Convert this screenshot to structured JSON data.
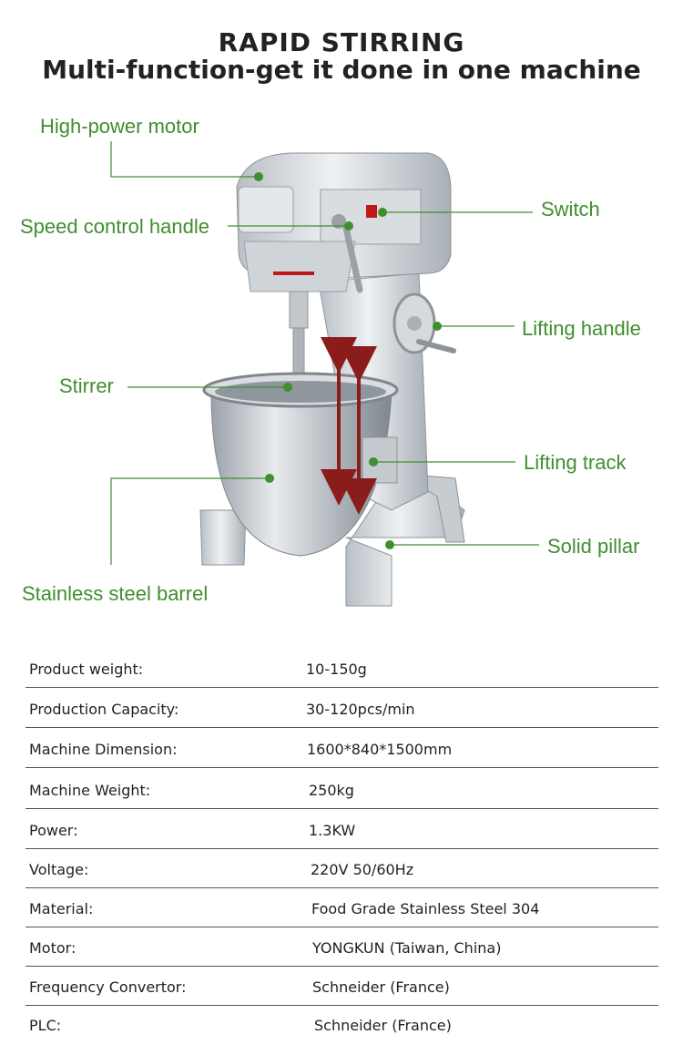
{
  "header": {
    "title": "RAPID STIRRING",
    "subtitle": "Multi-function-get it done in one machine"
  },
  "callouts": {
    "motor": "High-power motor",
    "speed": "Speed control handle",
    "switch": "Switch",
    "lifting_handle": "Lifting handle",
    "stirrer": "Stirrer",
    "track": "Lifting track",
    "pillar": "Solid pillar",
    "barrel": "Stainless steel barrel"
  },
  "colors": {
    "callout": "#3f8f2e",
    "arrow": "#8b1c1c",
    "machine": "#c9ced3"
  },
  "specs": [
    {
      "key": "Product weight:",
      "value": "10-150g"
    },
    {
      "key": "Production Capacity:",
      "value": "30-120pcs/min"
    },
    {
      "key": "Machine Dimension:",
      "value": "1600*840*1500mm"
    },
    {
      "key": "Machine Weight:",
      "value": "250kg"
    },
    {
      "key": "Power:",
      "value": "1.3KW"
    },
    {
      "key": "Voltage:",
      "value": "220V 50/60Hz"
    },
    {
      "key": "Material:",
      "value": "Food Grade Stainless Steel 304"
    },
    {
      "key": "Motor:",
      "value": "YONGKUN (Taiwan, China)"
    },
    {
      "key": "Frequency Convertor:",
      "value": "Schneider (France)"
    },
    {
      "key": "PLC:",
      "value": "Schneider (France)"
    }
  ]
}
